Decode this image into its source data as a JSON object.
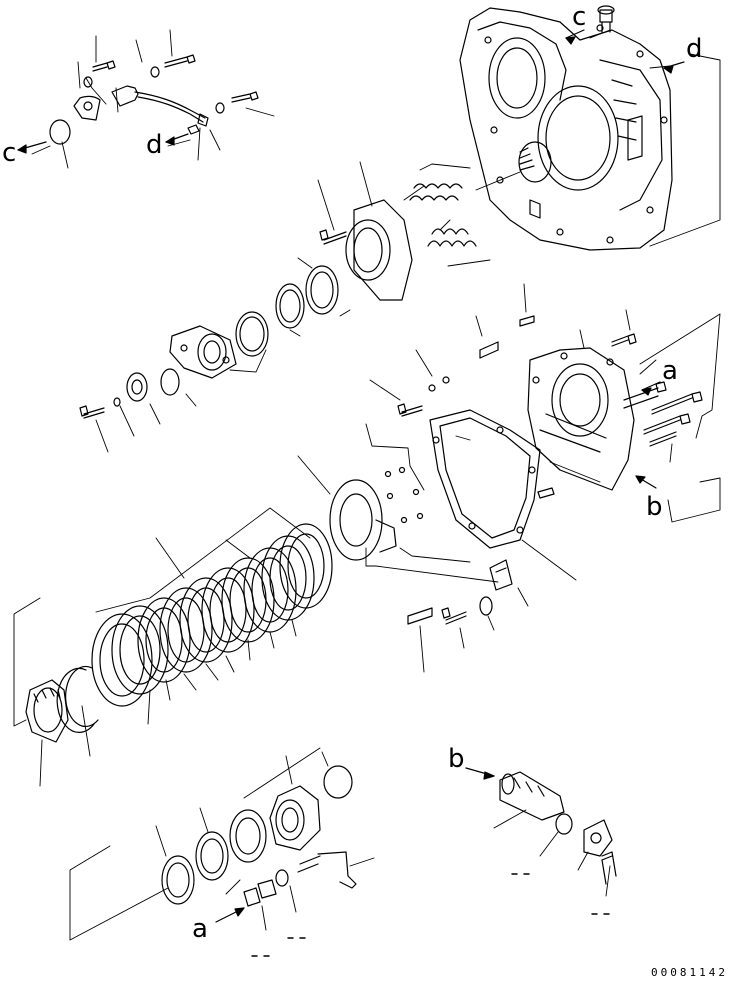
{
  "diagram": {
    "callouts": {
      "c_left": "c",
      "c_top": "c",
      "d_left": "d",
      "d_right": "d",
      "a_right": "a",
      "a_bottom": "a",
      "b_right": "b",
      "b_bottom": "b"
    },
    "drawing_number": "00081142",
    "colors": {
      "ink": "#000000",
      "paper": "#ffffff"
    }
  }
}
